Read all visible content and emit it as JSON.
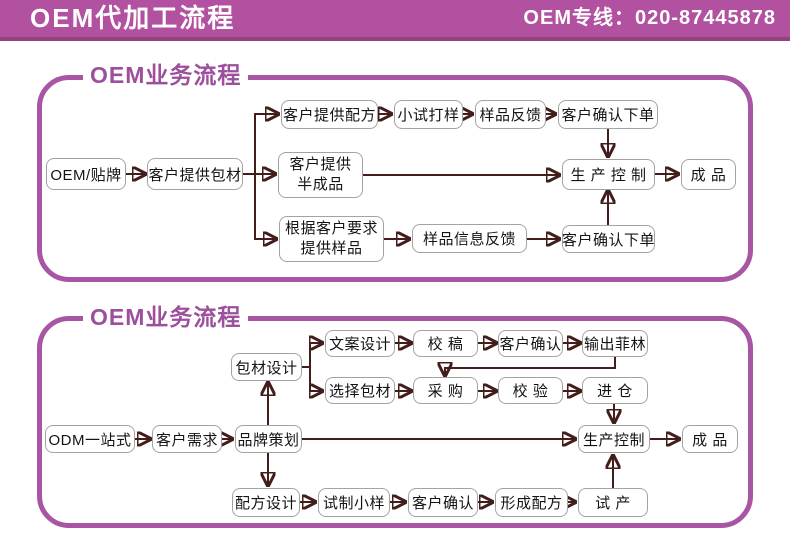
{
  "header": {
    "title": "OEM代加工流程",
    "hotline": "OEM专线：020-87445878"
  },
  "panel1": {
    "title": "OEM业务流程",
    "nodes": {
      "oem_tiepai": "OEM/贴牌",
      "kehu_baocai": "客户提供包材",
      "kehu_peifang": "客户提供配方",
      "xiaoshi_dayang": "小试打样",
      "yangpin_fankui": "样品反馈",
      "queren_xiadan_top": "客户确认下单",
      "banchengpin_l1": "客户提供",
      "banchengpin_l2": "半成品",
      "shengchan_kongzhi": "生 产 控 制",
      "chengpin": "成 品",
      "genju_l1": "根据客户要求",
      "genju_l2": "提供样品",
      "yangpin_xinxi": "样品信息反馈",
      "queren_xiadan_bottom": "客户确认下单"
    }
  },
  "panel2": {
    "title": "OEM业务流程",
    "nodes": {
      "wenan_sheji": "文案设计",
      "jiaogao": "校 稿",
      "kehu_queren_a": "客户确认",
      "shuchu_feilin": "输出菲林",
      "xuanze_baocai": "选择包材",
      "caigou": "采 购",
      "jiaoyan": "校 验",
      "jincang": "进 仓",
      "baocai_sheji": "包材设计",
      "odm_yizhanshi": "ODM一站式",
      "kehu_xuqiu": "客户需求",
      "pinpai_cehua": "品牌策划",
      "shengchan_kongzhi": "生产控制",
      "chengpin": "成 品",
      "peifang_sheji": "配方设计",
      "shizhi_xiaoyang": "试制小样",
      "kehu_queren_b": "客户确认",
      "xingcheng_peifang": "形成配方",
      "shichan": "试 产"
    }
  },
  "colors": {
    "header_bg": "#b1519f",
    "header_shadow": "#96427f",
    "panel_border": "#a855a4",
    "panel_title_text": "#9d4f9d",
    "arrow": "#421d1a",
    "node_border": "#a3a3a3",
    "node_text": "#141414"
  }
}
